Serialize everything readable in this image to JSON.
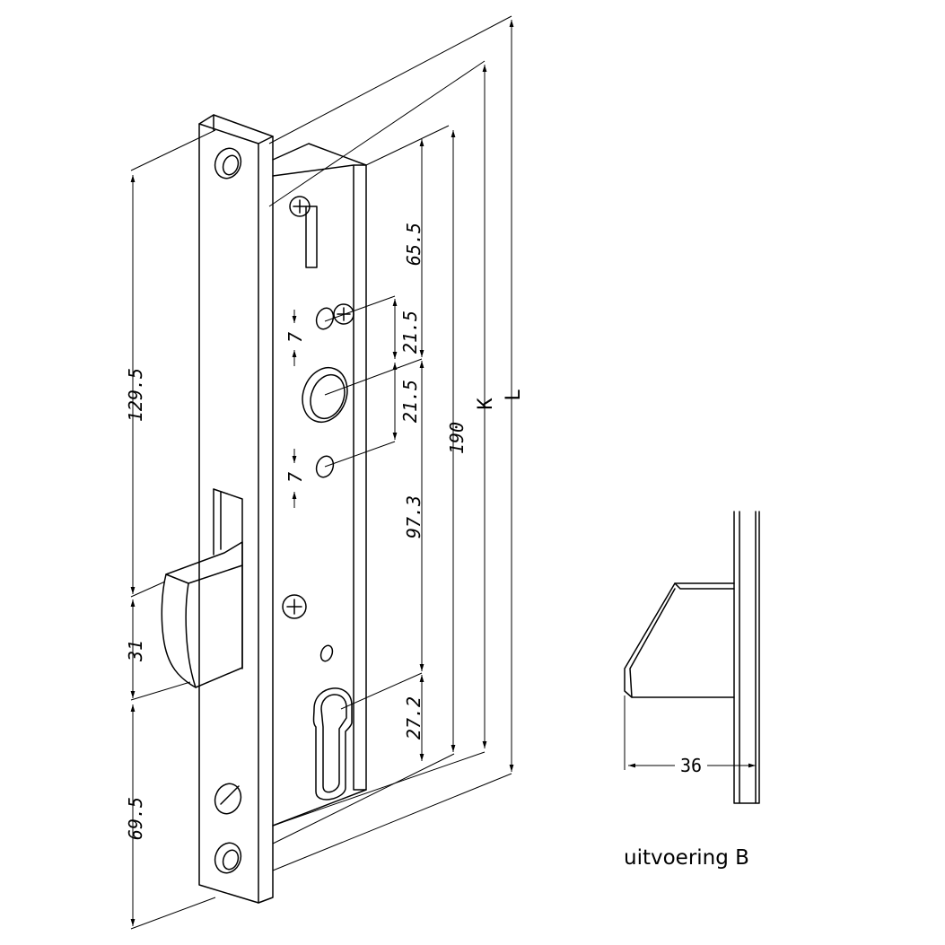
{
  "dimensions": {
    "d_129_5": "129.5",
    "d_31": "31",
    "d_69_5": "69.5",
    "d_65_5": "65.5",
    "d_21_5_a": "21.5",
    "d_21_5_b": "21.5",
    "d_7_a": "7",
    "d_7_b": "7",
    "d_97_3": "97.3",
    "d_27_2": "27.2",
    "d_190": "190",
    "d_K": "K",
    "d_L": "L",
    "d_36": "36"
  },
  "caption": "uitvoering B"
}
